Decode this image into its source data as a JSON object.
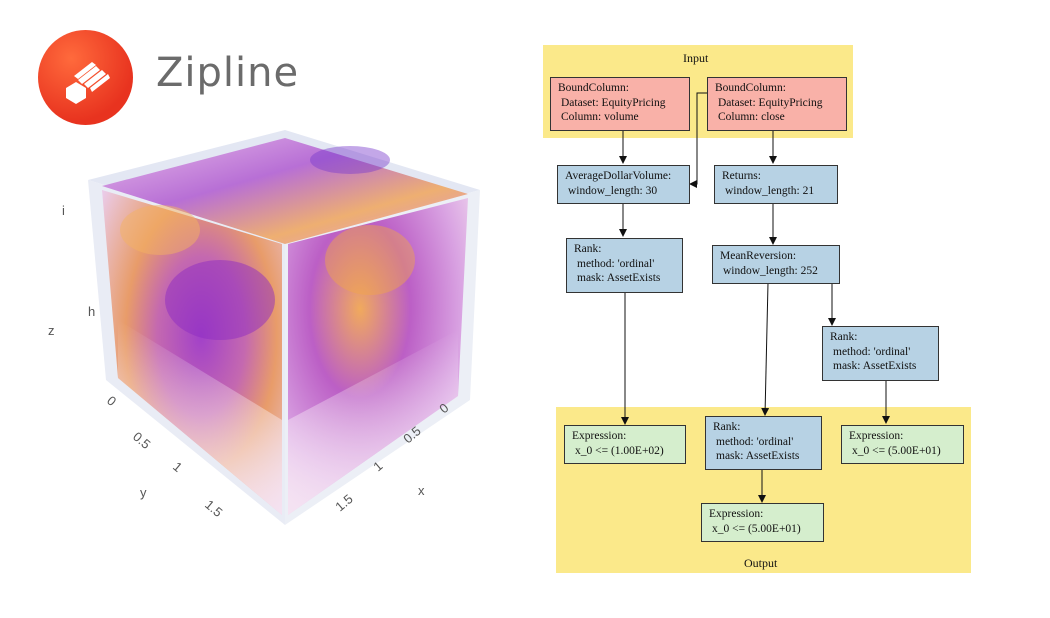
{
  "brand": {
    "name": "Zipline"
  },
  "plot3d": {
    "x_axis": {
      "label": "x",
      "ticks": [
        "0",
        "0.5",
        "1",
        "1.5"
      ]
    },
    "y_axis": {
      "label": "y",
      "ticks": [
        "0",
        "0.5",
        "1",
        "1.5"
      ]
    },
    "z_axis": {
      "label": "z",
      "ticks": [
        "h",
        "i"
      ]
    }
  },
  "graph": {
    "input_label": "Input",
    "output_label": "Output",
    "nodes": {
      "bc_volume": [
        "BoundColumn:",
        "Dataset: EquityPricing",
        "Column: volume"
      ],
      "bc_close": [
        "BoundColumn:",
        "Dataset: EquityPricing",
        "Column: close"
      ],
      "adv": [
        "AverageDollarVolume:",
        "window_length: 30"
      ],
      "returns": [
        "Returns:",
        "window_length: 21"
      ],
      "rank1": [
        "Rank:",
        "method: 'ordinal'",
        "mask: AssetExists"
      ],
      "meanrev": [
        "MeanReversion:",
        "window_length: 252"
      ],
      "rank2": [
        "Rank:",
        "method: 'ordinal'",
        "mask: AssetExists"
      ],
      "expr1": [
        "Expression:",
        "x_0 <= (1.00E+02)"
      ],
      "rank3": [
        "Rank:",
        "method: 'ordinal'",
        "mask: AssetExists"
      ],
      "expr2": [
        "Expression:",
        "x_0 <= (5.00E+01)"
      ],
      "expr3": [
        "Expression:",
        "x_0 <= (5.00E+01)"
      ]
    }
  }
}
